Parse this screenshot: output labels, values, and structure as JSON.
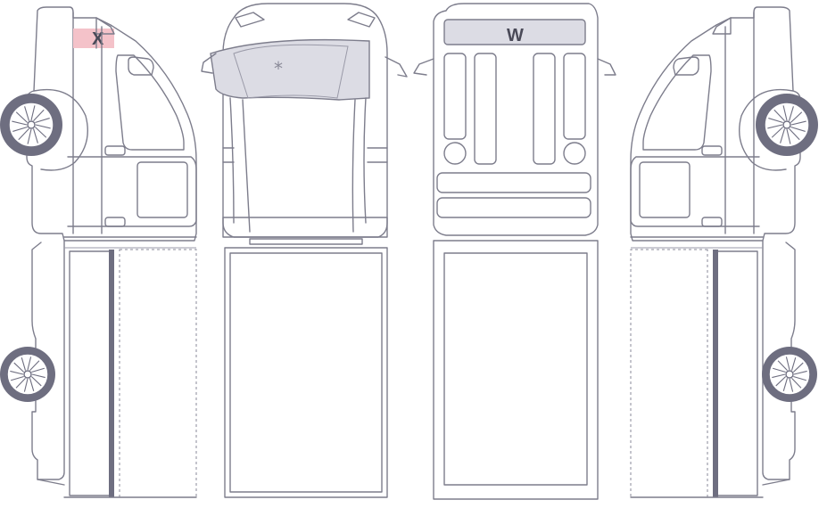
{
  "views": [
    {
      "id": "left-side",
      "kind": "side"
    },
    {
      "id": "front",
      "kind": "front"
    },
    {
      "id": "rear",
      "kind": "rear"
    },
    {
      "id": "right-side",
      "kind": "side"
    }
  ],
  "markers": {
    "damage_x": {
      "label": "X",
      "view": "left-side",
      "part": "cab-roof-corner",
      "color": "#f4c2c9"
    },
    "windshield": {
      "label": "*",
      "view": "front",
      "part": "windshield",
      "color": "#dcdce4"
    },
    "rear_glass": {
      "label": "W",
      "view": "rear",
      "part": "rear-window",
      "color": "#dcdce4"
    }
  },
  "colors": {
    "line": "#7d7d8c",
    "dark": "#6e6e80",
    "highlight": "#f4c2c9",
    "glass": "#dcdce4"
  }
}
